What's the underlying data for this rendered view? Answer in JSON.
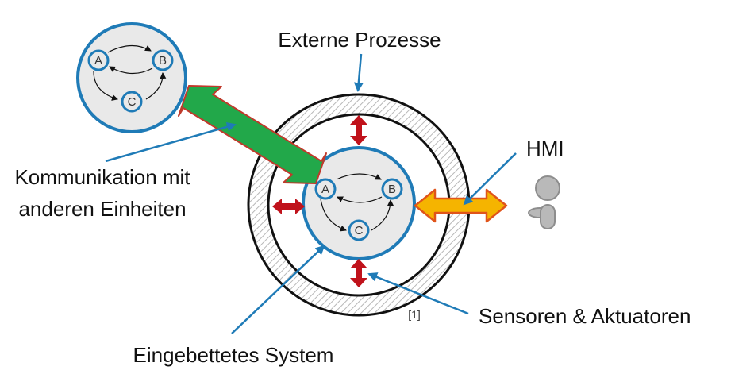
{
  "labels": {
    "external": "Externe Prozesse",
    "hmi": "HMI",
    "communication_line1": "Kommunikation mit",
    "communication_line2": "anderen Einheiten",
    "sensors": "Sensoren & Aktuatoren",
    "embedded": "Eingebettetes System",
    "citation": "[1]"
  },
  "nodes": {
    "a": "A",
    "b": "B",
    "c": "C"
  },
  "colors": {
    "system_blue": "#1f7bb7",
    "node_fill": "#e9e9e9",
    "hatch": "#b8b8b8",
    "comm_arrow": "#22a84a",
    "comm_outline": "#c0392b",
    "hmi_arrow": "#f5b400",
    "io_arrow": "#c0121b",
    "person": "#b9b9b9",
    "text": "#111111"
  }
}
